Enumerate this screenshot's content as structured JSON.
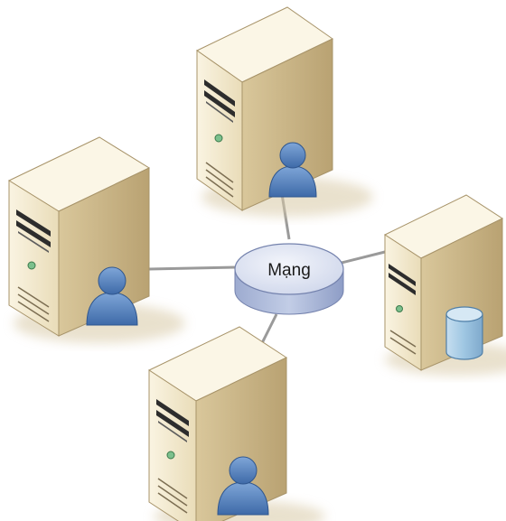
{
  "hub": {
    "label": "Mạng"
  },
  "nodes": [
    {
      "id": "top",
      "kind": "server",
      "badge": "user-icon"
    },
    {
      "id": "left",
      "kind": "server",
      "badge": "user-icon"
    },
    {
      "id": "right",
      "kind": "server",
      "badge": "database-icon"
    },
    {
      "id": "bottom",
      "kind": "server",
      "badge": "user-icon"
    }
  ],
  "colors": {
    "server_front": "#f4ecd4",
    "server_side": "#cdb98a",
    "server_top": "#fbf6e6",
    "user": "#4d7dbf",
    "database": "#9ec6e2",
    "hub_top": "#dde3f2",
    "hub_side": "#a9b7d8",
    "link": "#9a9a9a"
  }
}
